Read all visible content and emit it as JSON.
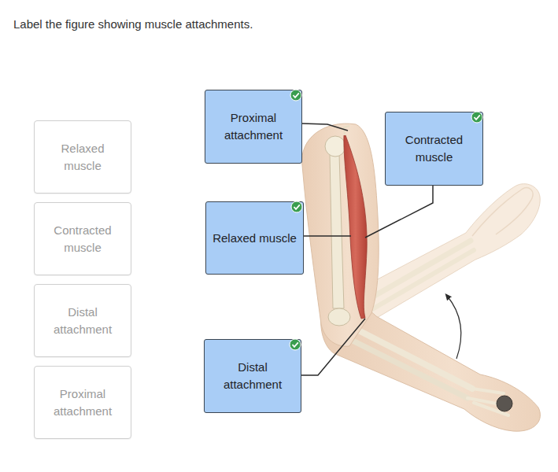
{
  "diagram": {
    "title": "Label the figure showing muscle attachments.",
    "nodes": [
      {
        "text": [
          "Relaxed muscle"
        ]
      },
      {
        "text": [
          "Contracted muscle"
        ]
      },
      {
        "text": [
          "Distal attachment"
        ]
      },
      {
        "text": [
          "Proximal attachment"
        ]
      },
      {
        "text": [
          "Proximal attachment"
        ]
      },
      {
        "text": [
          "Contracted muscle"
        ]
      },
      {
        "text": [
          "Relaxed muscle"
        ]
      },
      {
        "text": [
          "Distal attachment"
        ]
      }
    ]
  }
}
